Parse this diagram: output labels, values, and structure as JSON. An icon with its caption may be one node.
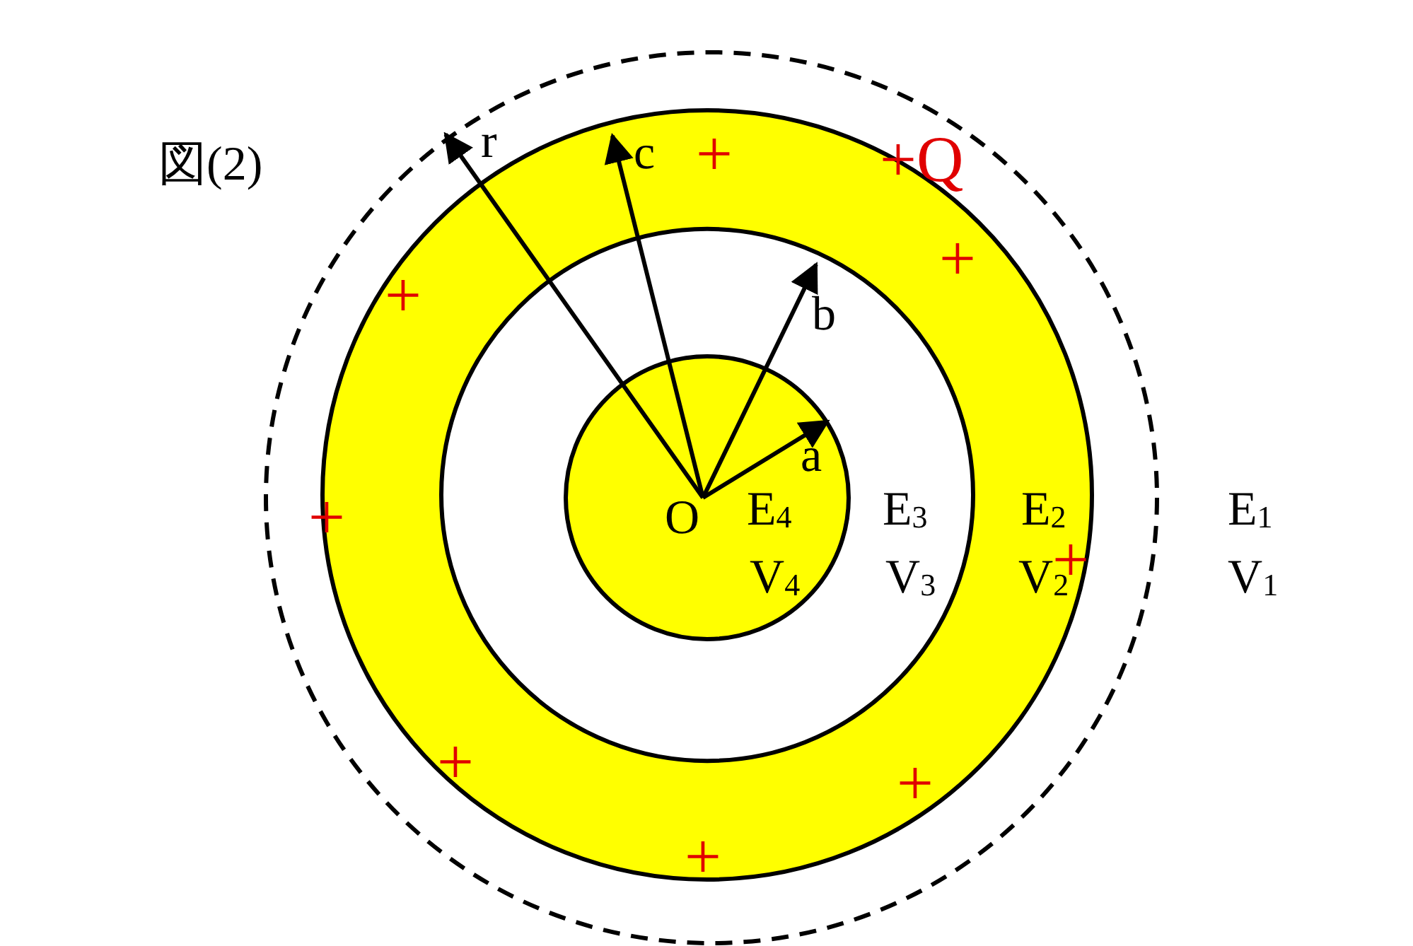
{
  "diagram": {
    "title": "図(2)",
    "labels": [
      "r",
      "c",
      "+",
      "+Q",
      "+",
      "+",
      "b",
      "a",
      "+",
      "O",
      "E$_{4}$",
      "E$_{3}$",
      "E$_{2}$",
      "E$_{1}$",
      "+",
      "V$_{4}$",
      "V$_{3}$",
      "V$_{2}$",
      "V$_{1}$",
      "+",
      "+",
      "+"
    ]
  }
}
